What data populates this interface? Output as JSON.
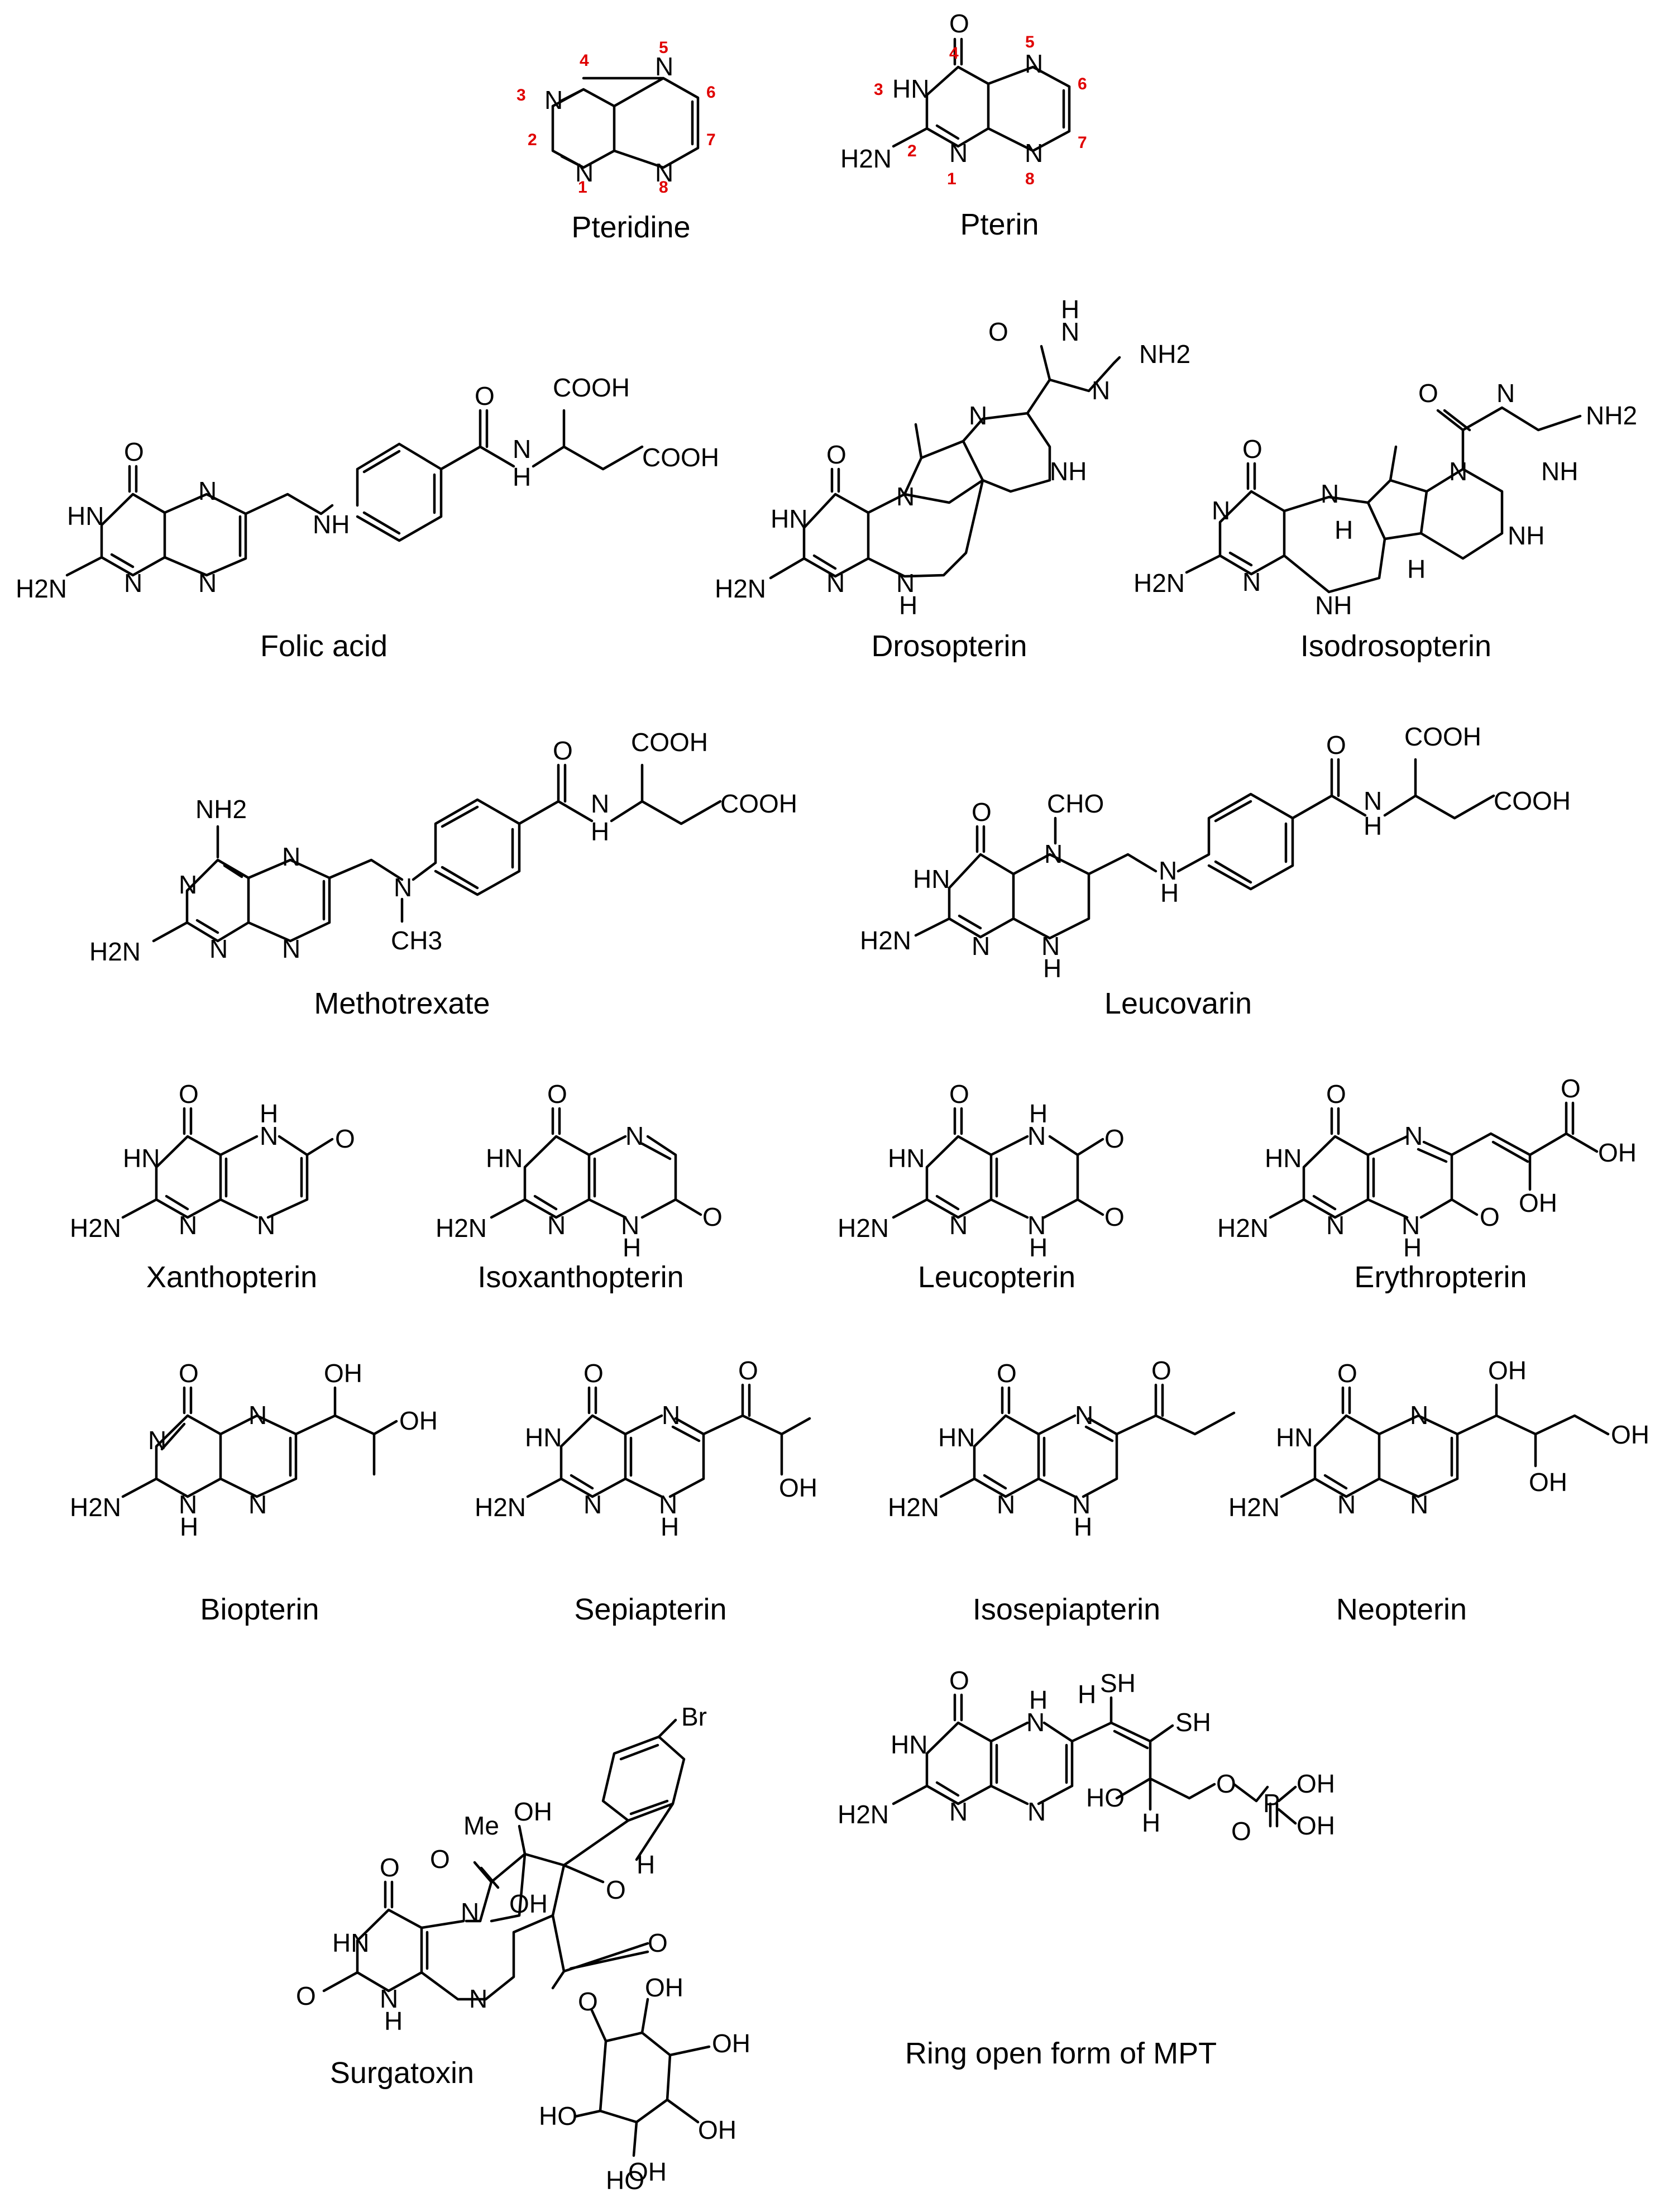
{
  "numbering_color": "#e00000",
  "compounds": {
    "pteridine": {
      "name": "Pteridine",
      "atoms": [
        "N",
        "N",
        "N",
        "N"
      ],
      "positions": [
        "1",
        "2",
        "3",
        "4",
        "5",
        "6",
        "7",
        "8"
      ]
    },
    "pterin": {
      "name": "Pterin",
      "atoms": [
        "O",
        "HN",
        "N",
        "N",
        "N",
        "H2N"
      ],
      "positions": [
        "1",
        "2",
        "3",
        "4",
        "5",
        "6",
        "7",
        "8"
      ]
    },
    "folic_acid": {
      "name": "Folic acid",
      "atoms": [
        "O",
        "HN",
        "N",
        "N",
        "N",
        "H2N",
        "NH",
        "O",
        "N",
        "H",
        "COOH",
        "COOH"
      ]
    },
    "drosopterin": {
      "name": "Drosopterin",
      "atoms": [
        "O",
        "HN",
        "N",
        "N",
        "H",
        "H2N",
        "O",
        "N",
        "H",
        "N",
        "NH2",
        "N",
        "N",
        "NH"
      ]
    },
    "isodrosopterin": {
      "name": "Isodrosopterin",
      "atoms": [
        "O",
        "N",
        "N",
        "H2N",
        "N",
        "NH",
        "H",
        "H",
        "O",
        "N",
        "NH2",
        "N",
        "NH",
        "NH"
      ]
    },
    "methotrexate": {
      "name": "Methotrexate",
      "atoms": [
        "NH2",
        "N",
        "N",
        "N",
        "N",
        "H2N",
        "N",
        "CH3",
        "O",
        "N",
        "H",
        "COOH",
        "COOH"
      ]
    },
    "leucovarin": {
      "name": "Leucovarin",
      "atoms": [
        "O",
        "CHO",
        "N",
        "HN",
        "N",
        "N",
        "H",
        "H2N",
        "N",
        "H",
        "O",
        "N",
        "H",
        "COOH",
        "COOH"
      ]
    },
    "xanthopterin": {
      "name": "Xanthopterin",
      "atoms": [
        "O",
        "H",
        "N",
        "HN",
        "N",
        "N",
        "O",
        "H2N"
      ]
    },
    "isoxanthopterin": {
      "name": "Isoxanthopterin",
      "atoms": [
        "O",
        "N",
        "HN",
        "N",
        "N",
        "H",
        "O",
        "H2N"
      ]
    },
    "leucopterin": {
      "name": "Leucopterin",
      "atoms": [
        "O",
        "H",
        "N",
        "HN",
        "N",
        "N",
        "H",
        "O",
        "O",
        "H2N"
      ]
    },
    "erythropterin": {
      "name": "Erythropterin",
      "atoms": [
        "O",
        "N",
        "HN",
        "N",
        "N",
        "H",
        "O",
        "O",
        "OH",
        "OH",
        "H2N"
      ]
    },
    "biopterin": {
      "name": "Biopterin",
      "atoms": [
        "O",
        "N",
        "N",
        "N",
        "H",
        "N",
        "OH",
        "OH",
        "H2N"
      ]
    },
    "sepiapterin": {
      "name": "Sepiapterin",
      "atoms": [
        "O",
        "N",
        "HN",
        "N",
        "N",
        "H",
        "O",
        "OH",
        "H2N"
      ]
    },
    "isosepiapterin": {
      "name": "Isosepiapterin",
      "atoms": [
        "O",
        "N",
        "HN",
        "N",
        "N",
        "H",
        "O",
        "H2N"
      ]
    },
    "neopterin": {
      "name": "Neopterin",
      "atoms": [
        "O",
        "N",
        "HN",
        "N",
        "N",
        "OH",
        "OH",
        "OH",
        "H2N"
      ]
    },
    "surgatoxin": {
      "name": "Surgatoxin",
      "atoms": [
        "Br",
        "Me",
        "OH",
        "O",
        "N",
        "H",
        "O",
        "OH",
        "O",
        "O",
        "O",
        "O",
        "HN",
        "N",
        "N",
        "H",
        "OH",
        "OH",
        "OH",
        "HO",
        "OH",
        "HO"
      ]
    },
    "mpt_open": {
      "name": "Ring open form of MPT",
      "atoms": [
        "O",
        "HN",
        "N",
        "H",
        "H",
        "SH",
        "SH",
        "N",
        "N",
        "H2N",
        "HO",
        "H",
        "O",
        "P",
        "OH",
        "OH",
        "O"
      ]
    }
  }
}
